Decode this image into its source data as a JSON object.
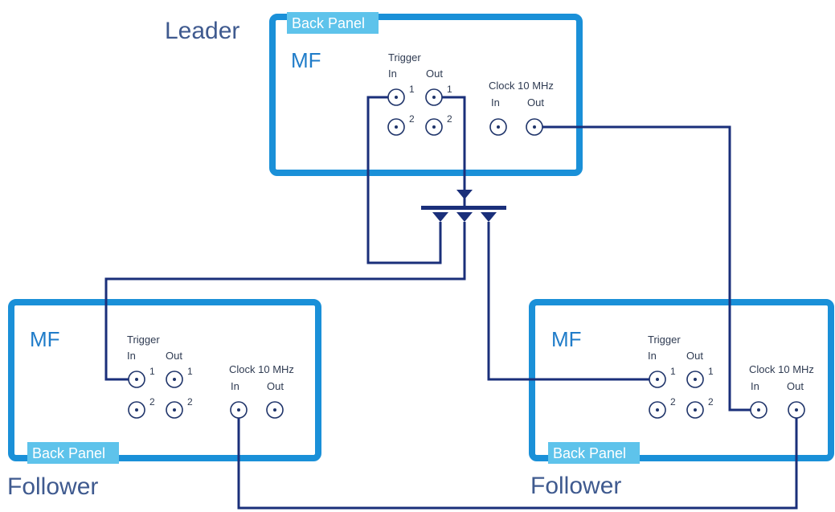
{
  "labels": {
    "leader": "Leader",
    "follower_left": "Follower",
    "follower_right": "Follower"
  },
  "panel_tag": "Back Panel",
  "device_name": "MF",
  "trigger": {
    "title": "Trigger",
    "in": "In",
    "out": "Out",
    "ch1": "1",
    "ch2": "2"
  },
  "clock": {
    "title": "Clock 10 MHz",
    "in": "In",
    "out": "Out"
  },
  "colors": {
    "panel_border": "#1a90d8",
    "tag_fill": "#5ec3eb",
    "wire": "#1a2f7a",
    "device_text": "#1f7cc9",
    "role_text": "#3f5a8f"
  }
}
